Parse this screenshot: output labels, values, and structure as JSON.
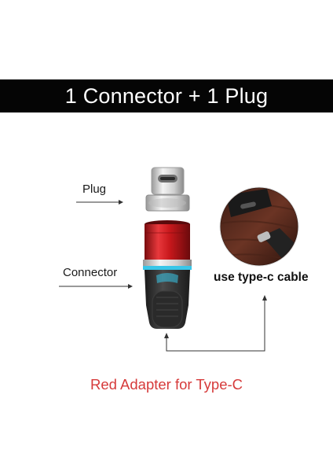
{
  "banner": {
    "title": "1 Connector + 1 Plug"
  },
  "labels": {
    "plug": "Plug",
    "connector": "Connector",
    "cable": "use type-c cable"
  },
  "caption": "Red Adapter for Type-C",
  "colors": {
    "banner_bg": "#050505",
    "banner_text": "#ffffff",
    "caption": "#d63a3a",
    "adapter_red": "#c8181c",
    "glow_ring": "#39c6e8",
    "housing": "#2c2c2c"
  }
}
